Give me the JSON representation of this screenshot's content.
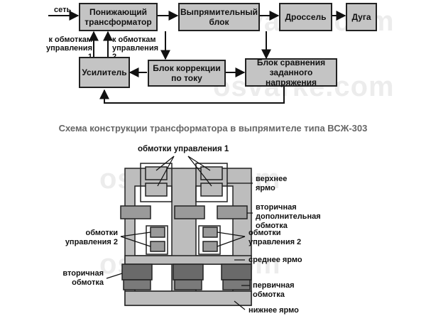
{
  "block_diagram": {
    "input_label": "сеть",
    "blocks": {
      "transformer": "Понижающий трансформатор",
      "rectifier": "Выпрямительный блок",
      "choke": "Дроссель",
      "arc": "Дуга",
      "amplifier": "Усилитель",
      "current_correction": "Блок коррекции по току",
      "voltage_comparison": "Блок сравнения заданного напряжения"
    },
    "control_labels": {
      "winding_1": "к обмоткам управления 1",
      "winding_2": "к обмоткам управления 2"
    }
  },
  "caption": "Схема конструкции трансформатора в выпрямителе типа ВСЖ-303",
  "transformer_diagram": {
    "control_windings_1": "обмотки управления 1",
    "upper_yoke": "верхнее ярмо",
    "secondary_additional": "вторичная дополнительная обмотка",
    "control_windings_2_left": "обмотки управления 2",
    "control_windings_2_right": "обмотки управления 2",
    "middle_yoke": "среднее ярмо",
    "secondary_winding": "вторичная обмотка",
    "primary_winding": "первичная обмотка",
    "lower_yoke": "нижнее ярмо"
  },
  "watermark": "osvarke.com"
}
